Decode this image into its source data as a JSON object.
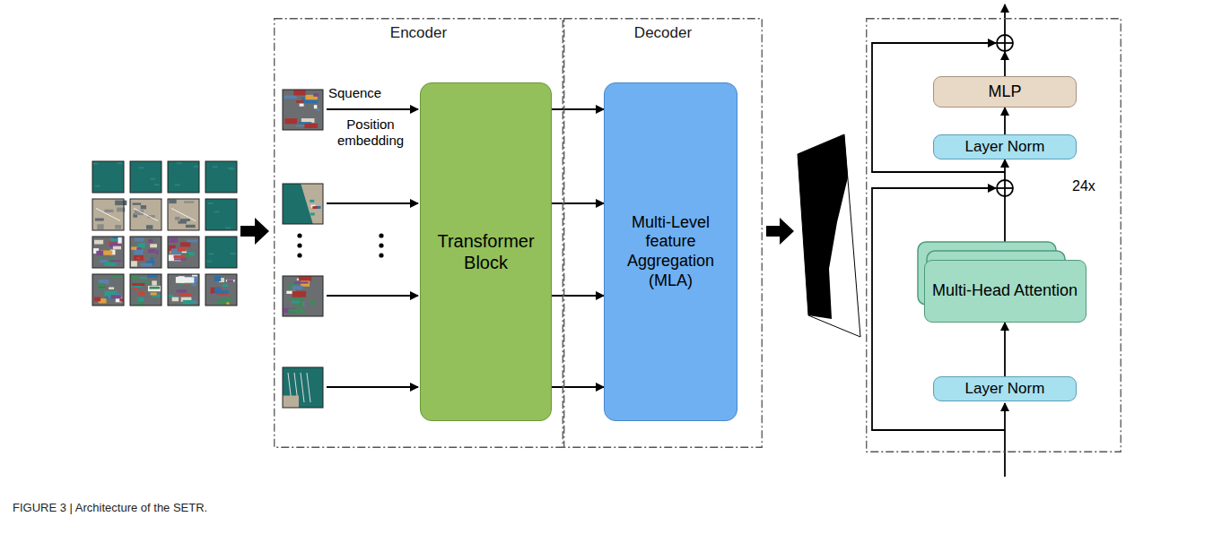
{
  "diagram": {
    "caption": "FIGURE 3 | Architecture of the SETR.",
    "nodes": [
      {
        "text": [
          "Encoder"
        ]
      },
      {
        "text": [
          "Decoder"
        ]
      },
      {
        "text": [
          "Transformer Block"
        ],
        "in": 0
      },
      {
        "text": [
          "Multi-Level feature Aggregation (MLA)"
        ],
        "in": 1
      },
      {
        "text": [
          "24x"
        ]
      },
      {
        "text": [
          "Layer Norm"
        ],
        "in": 4
      },
      {
        "text": [
          "Multi-Head Attention"
        ],
        "in": 4
      },
      {
        "text": [
          "Layer Norm"
        ],
        "in": 4
      },
      {
        "text": [
          "MLP"
        ],
        "in": 4
      }
    ],
    "edges": [
      {
        "from": 2,
        "to": 3,
        "arrow": "to"
      },
      {
        "from": 2,
        "to": 3,
        "arrow": "to"
      },
      {
        "from": 2,
        "to": 3,
        "arrow": "to"
      },
      {
        "from": 2,
        "to": 3,
        "arrow": "to"
      },
      {
        "from": 5,
        "to": 6,
        "arrow": "to"
      },
      {
        "from": 6,
        "to": 7,
        "arrow": "to"
      },
      {
        "from": 7,
        "to": 8,
        "arrow": "to"
      }
    ],
    "labels": [
      "Squence",
      "Position embedding"
    ]
  }
}
